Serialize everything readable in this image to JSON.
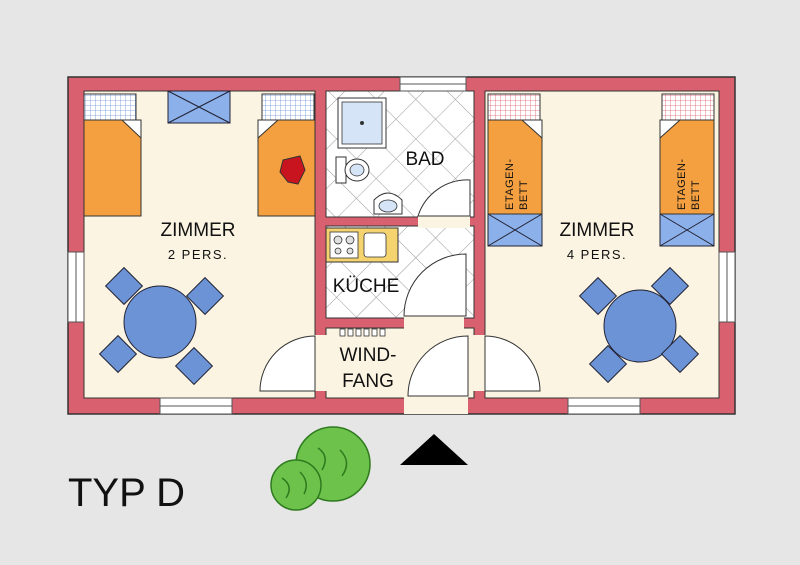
{
  "rooms": {
    "left_room": {
      "name": "ZIMMER",
      "capacity": "2 PERS."
    },
    "right_room": {
      "name": "ZIMMER",
      "capacity": "4 PERS."
    },
    "bath": {
      "name": "BAD"
    },
    "kitchen": {
      "name": "KÜCHE"
    },
    "entry": {
      "line1": "WIND-",
      "line2": "FANG"
    }
  },
  "bunk_beds": {
    "left_label_1": "ETAGEN-",
    "left_label_2": "BETT",
    "right_label_1": "ETAGEN-",
    "right_label_2": "BETT"
  },
  "plan_title": "TYP D",
  "colors": {
    "wall": "#d9606e",
    "floor": "#fbf4e2",
    "bed": "#f5a040",
    "furniture": "#6b93d6",
    "tile": "#ffffff",
    "plant": "#6cc24a",
    "background": "#e6e6e6"
  }
}
